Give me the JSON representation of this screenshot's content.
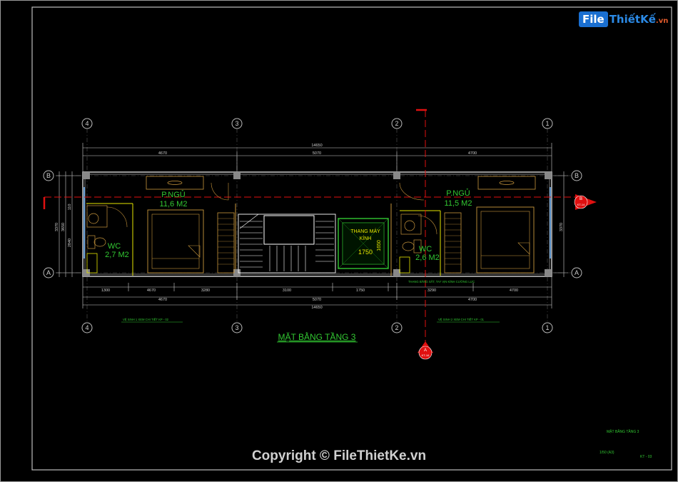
{
  "drawing": {
    "title": "MẶT BẰNG TẦNG 3",
    "axes_top": [
      "4",
      "3",
      "2",
      "1"
    ],
    "axes_side": [
      "B",
      "A"
    ],
    "dims_top_total": "14650",
    "dims_top": [
      "4670",
      "5070",
      "4700"
    ],
    "dims_bottom": [
      "1300",
      "4670",
      "3280",
      "3100",
      "1750",
      "3290",
      "4700"
    ],
    "dims_bottom_2": [
      "4670",
      "5070",
      "4700"
    ],
    "dims_bottom_total": "14650",
    "dims_left": [
      "3370",
      "3650",
      "110",
      "2840"
    ],
    "dims_right": [
      "3370"
    ],
    "rooms": {
      "bed_left_name": "P.NGỦ",
      "bed_left_area": "11,6 M2",
      "bed_right_name": "P.NGỦ",
      "bed_right_area": "11,5 M2",
      "wc_left_name": "WC",
      "wc_left_area": "2,7 M2",
      "wc_right_name": "WC",
      "wc_right_area": "2,6 M2",
      "elevator_name": "THANG MÁY",
      "elevator_sub": "KÍNH",
      "elevator_w": "1750",
      "elevator_h": "1650"
    },
    "section_mark_right": "B",
    "section_mark_right_sub": "KT-14",
    "section_mark_bottom": "A",
    "section_mark_bottom_sub": "KT-16",
    "note_stair": "THANG BẰNG SẮT, TAY VỊN KÍNH CƯỜNG LỰC",
    "note_left": "VỆ SINH 1 XEM CHI TIẾT KP - 02",
    "note_right": "VỆ SINH 2 XEM CHI TIẾT KP - 01",
    "tb_title": "MẶT BẰNG TẦNG 3",
    "tb_scale": "1/50 (A3)",
    "tb_code": "KT - 03"
  },
  "logo": {
    "box": "File",
    "rest": "ThiếtKế",
    "suffix": ".vn"
  },
  "copyright": "Copyright © FileThietKe.vn",
  "colors": {
    "green": "#32c832",
    "yellow": "#e6e600",
    "orange": "#c8963c",
    "red": "#e01010",
    "cyan": "#6fb7ff",
    "bg": "#000000"
  }
}
